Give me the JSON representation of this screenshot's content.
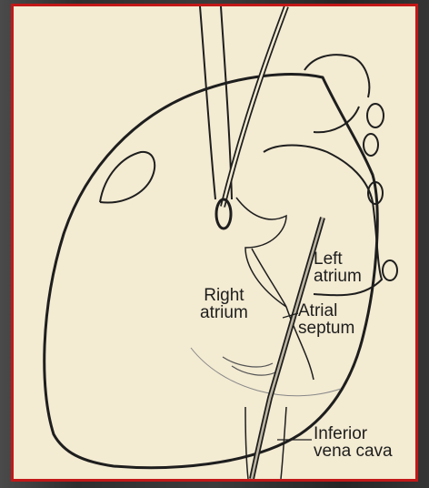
{
  "labels": {
    "left_atrium": [
      "Left",
      "atrium"
    ],
    "right_atrium": [
      "Right",
      "atrium"
    ],
    "atrial_septum": [
      "Atrial",
      "septum"
    ],
    "inferior_vena_cava": [
      "Inferior",
      "vena cava"
    ]
  },
  "colors": {
    "frame_border": "#c21818",
    "paper": "#f3ebd2",
    "ink": "#1e1e1e",
    "outer_background": "#333333"
  }
}
